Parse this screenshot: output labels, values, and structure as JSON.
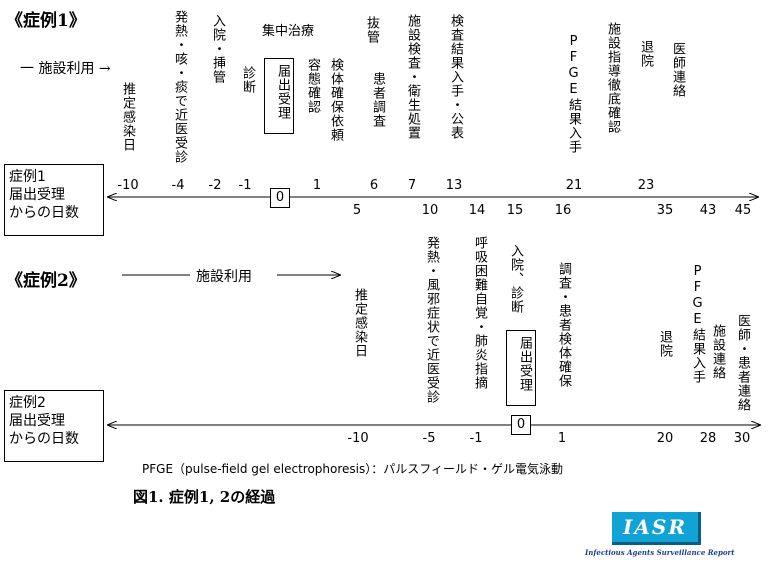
{
  "case1": {
    "heading": "《症例1》",
    "facility_use": "一 施設利用 →",
    "axis_label": [
      "症例1",
      "届出受理",
      "からの日数"
    ],
    "events": {
      "fever": "発熱・咳・痰で近医受診",
      "admission": "入院・挿管",
      "icu": "集中治療",
      "diagnosis": "診断",
      "notification": "届出受理",
      "condition_check": "容態確認",
      "specimen_request": "検体確保依頼",
      "extubation": "抜管",
      "patient_survey": "患者調査",
      "facility_inspection": "施設検査・衛生処置",
      "test_results": "検査結果入手・公表",
      "pfge": "PFGE結果入手",
      "facility_guidance": "施設指導徹底確認",
      "discharge": "退院",
      "physician_contact": "医師連絡",
      "estimated_infection": "推定感染日"
    },
    "upper_numbers": [
      "-10",
      "-4",
      "-2",
      "-1",
      "1",
      "6",
      "7",
      "13",
      "21",
      "23"
    ],
    "zero": "0",
    "lower_numbers": [
      "5",
      "10",
      "14",
      "15",
      "16",
      "35",
      "43",
      "45"
    ]
  },
  "case2": {
    "heading": "《症例2》",
    "facility_use": "施設利用",
    "axis_label": [
      "症例2",
      "届出受理",
      "からの日数"
    ],
    "events": {
      "estimated_infection": "推定感染日",
      "fever": "発熱・風邪症状で近医受診",
      "dyspnea": "呼吸困難自覚・肺炎指摘",
      "admission": "入院、診断",
      "notification": "届出受理",
      "survey": "調査・患者検体確保",
      "discharge": "退院",
      "pfge": "PFGE結果入手",
      "facility_contact": "施設連絡",
      "physician_contact": "医師・患者連絡"
    },
    "numbers": [
      "-10",
      "-5",
      "-1",
      "1",
      "20",
      "28",
      "30"
    ],
    "zero": "0"
  },
  "footnote": "PFGE（pulse-field gel electrophoresis）：パルスフィールド・ゲル電気泳動",
  "caption": "図1. 症例1, 2の経過",
  "logo": {
    "text": "IASR",
    "subtitle": "Infectious Agents Surveillance Report",
    "color": "#12a3d6"
  }
}
